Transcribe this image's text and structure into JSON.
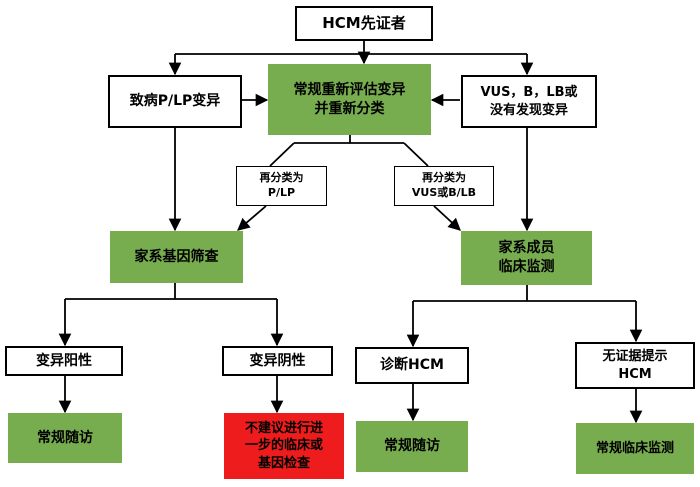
{
  "colors": {
    "green": "#77ac4f",
    "red": "#ee1c1c",
    "line": "#000000"
  },
  "nodes": {
    "root": "HCM先证者",
    "pathogenic": "致病P/LP变异",
    "reevaluate": "常规重新评估变异\n并重新分类",
    "vus_none": "VUS，B，LB或\n没有发现变异",
    "reclass_plp": "再分类为\nP/LP",
    "reclass_vus": "再分类为\nVUS或B/LB",
    "family_screen": "家系基因筛查",
    "family_monitor": "家系成员\n临床监测",
    "variant_positive": "变异阳性",
    "variant_negative": "变异阴性",
    "diagnosed_hcm": "诊断HCM",
    "no_evidence_hcm": "无证据提示\nHCM",
    "routine_followup_1": "常规随访",
    "no_further_testing": "不建议进行进\n一步的临床或\n基因检查",
    "routine_followup_2": "常规随访",
    "routine_clinical_monitor": "常规临床监测"
  }
}
